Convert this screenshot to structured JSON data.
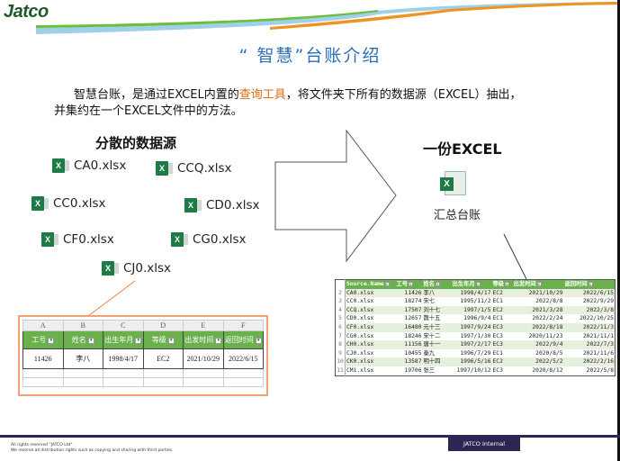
{
  "logo": "Jatco",
  "title": "“ 智慧”台账介绍",
  "intro": {
    "line1_pre": "智慧台账，是通过EXCEL内置的",
    "line1_link": "查询工具",
    "line1_post": "，将文件夹下所有的数据源（EXCEL）抽出，",
    "line2": "并集约在一个EXCEL文件中的方法。"
  },
  "left_heading": "分散的数据源",
  "files": [
    "CA0.xlsx",
    "CCQ.xlsx",
    "CC0.xlsx",
    "CD0.xlsx",
    "CF0.xlsx",
    "CG0.xlsx",
    "CJ0.xlsx"
  ],
  "right_heading": "一份EXCEL",
  "summary_label": "汇总台账",
  "excel_icon_letter": "X",
  "big_table": {
    "headers": [
      "Source.Name",
      "工号",
      "姓名",
      "出生年月",
      "等级",
      "出发时间",
      "返回时间"
    ],
    "rows": [
      [
        "CA0.xlsx",
        "11426",
        "李八",
        "1998/4/17",
        "EC2",
        "2021/10/29",
        "2022/6/15"
      ],
      [
        "CC0.xlsx",
        "18274",
        "宋七",
        "1995/11/2",
        "EC1",
        "2022/8/8",
        "2022/9/29"
      ],
      [
        "CCQ.xlsx",
        "17507",
        "刘十七",
        "1997/1/5",
        "EC2",
        "2021/3/28",
        "2022/3/8"
      ],
      [
        "CD0.xlsx",
        "12657",
        "魏十五",
        "1996/9/4",
        "EC1",
        "2022/2/24",
        "2022/10/25"
      ],
      [
        "CF0.xlsx",
        "16480",
        "元十三",
        "1997/9/24",
        "EC3",
        "2022/8/18",
        "2022/11/3"
      ],
      [
        "CG0.xlsx",
        "18246",
        "宋十二",
        "1997/1/30",
        "EC3",
        "2020/11/23",
        "2021/11/1"
      ],
      [
        "CH0.xlsx",
        "11156",
        "唐十一",
        "1997/2/17",
        "EC3",
        "2022/9/4",
        "2022/7/3"
      ],
      [
        "CJ0.xlsx",
        "10455",
        "秦九",
        "1996/7/29",
        "EC1",
        "2020/8/5",
        "2021/11/6"
      ],
      [
        "CK0.xlsx",
        "13587",
        "明十四",
        "1996/5/16",
        "EC2",
        "2022/5/2",
        "2022/2/16"
      ],
      [
        "CM1.xlsx",
        "19706",
        "张三",
        "1997/10/12",
        "EC3",
        "2020/8/12",
        "2022/5/8"
      ]
    ]
  },
  "small_table": {
    "cols": [
      "A",
      "B",
      "C",
      "D",
      "E",
      "F"
    ],
    "headers": [
      "工号",
      "姓名",
      "出生年月",
      "等级",
      "出发时间",
      "返回时间"
    ],
    "row": [
      "11426",
      "李八",
      "1998/4/17",
      "EC2",
      "2021/10/29",
      "2022/6/15"
    ]
  },
  "footer": {
    "line1": "All rights reserved \"JATCO Ltd\".",
    "line2": "We reserve all distribution rights such as copying and sharing with third parties.",
    "badge": "JATCO Internal"
  },
  "colors": {
    "accent_green": "#6ab04c",
    "orange": "#e06a10",
    "navy": "#2b2653",
    "title_blue": "#2a6fb8"
  }
}
